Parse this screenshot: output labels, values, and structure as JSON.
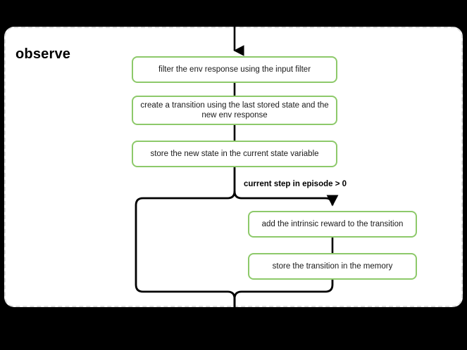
{
  "diagram": {
    "title": "observe",
    "background_color": "#000000",
    "panel_color": "#ffffff",
    "panel_border_color": "#dcdcdc",
    "node_border_color": "#8DC96A",
    "edge_color": "#000000",
    "type": "flowchart",
    "nodes": [
      {
        "id": "filter",
        "label": "filter the env response using the input filter"
      },
      {
        "id": "create",
        "label": "create a transition using the last stored state and the new env response"
      },
      {
        "id": "store_state",
        "label": "store the new state in the current state variable"
      },
      {
        "id": "intrinsic",
        "label": "add the intrinsic reward to the transition"
      },
      {
        "id": "store_memory",
        "label": "store the transition in the memory"
      }
    ],
    "edges": [
      {
        "from": "input",
        "to": "filter",
        "label": ""
      },
      {
        "from": "filter",
        "to": "create",
        "label": ""
      },
      {
        "from": "create",
        "to": "store_state",
        "label": ""
      },
      {
        "from": "store_state",
        "to": "intrinsic",
        "label": "current step in episode > 0"
      },
      {
        "from": "store_state",
        "to": "merge",
        "label": ""
      },
      {
        "from": "intrinsic",
        "to": "store_memory",
        "label": ""
      },
      {
        "from": "store_memory",
        "to": "merge",
        "label": ""
      },
      {
        "from": "merge",
        "to": "output",
        "label": ""
      }
    ],
    "branch_label": "current step in episode > 0"
  }
}
